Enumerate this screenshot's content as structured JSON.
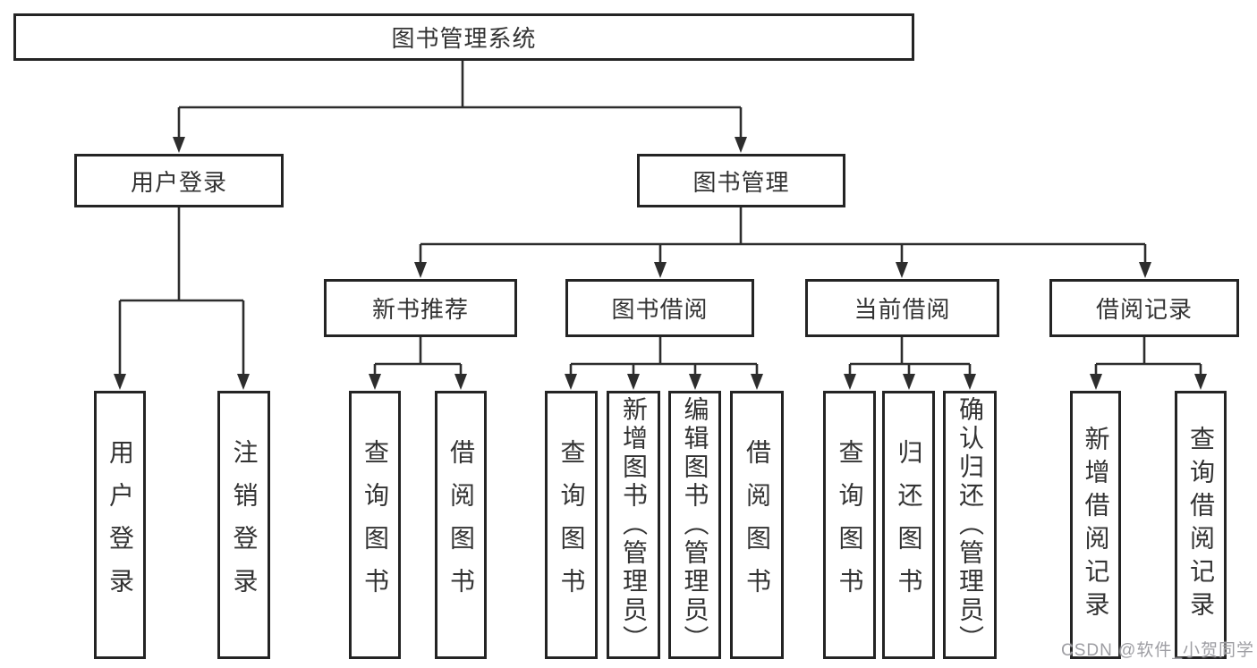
{
  "diagram": {
    "root": "图书管理系统",
    "branches": [
      {
        "label": "用户登录",
        "children": [
          {
            "label": "用户登录"
          },
          {
            "label": "注销登录"
          }
        ]
      },
      {
        "label": "图书管理",
        "children": [
          {
            "label": "新书推荐",
            "children": [
              {
                "label": "查询图书"
              },
              {
                "label": "借阅图书"
              }
            ]
          },
          {
            "label": "图书借阅",
            "children": [
              {
                "label": "查询图书"
              },
              {
                "label": "新增图书（管理员）"
              },
              {
                "label": "编辑图书（管理员）"
              },
              {
                "label": "借阅图书"
              }
            ]
          },
          {
            "label": "当前借阅",
            "children": [
              {
                "label": "查询图书"
              },
              {
                "label": "归还图书"
              },
              {
                "label": "确认归还（管理员）"
              }
            ]
          },
          {
            "label": "借阅记录",
            "children": [
              {
                "label": "新增借阅记录"
              },
              {
                "label": "查询借阅记录"
              }
            ]
          }
        ]
      }
    ],
    "colors": {
      "line": "#2d2d2d",
      "box_border": "#242424",
      "box_fill": "#ffffff",
      "text": "#333333",
      "background": "#ffffff",
      "watermark": "#9e9ea3"
    }
  },
  "watermark": {
    "text": "CSDN @软件_小贺同学"
  }
}
